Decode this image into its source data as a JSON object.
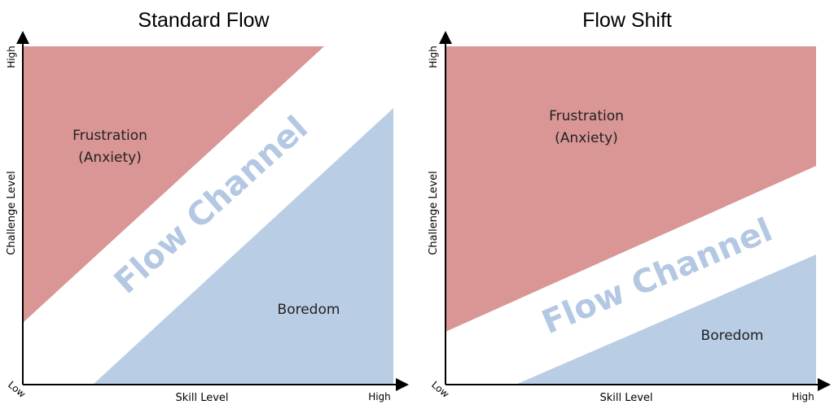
{
  "colors": {
    "frustration": "#d99694",
    "boredom": "#b9cde5",
    "flow_text": "#b4c8e3",
    "axis": "#000000"
  },
  "left_panel": {
    "title": "Standard Flow",
    "frustration_line1": "Frustration",
    "frustration_line2": "(Anxiety)",
    "channel_label": "Flow Channel",
    "boredom_label": "Boredom",
    "y_axis_label": "Challenge Level",
    "x_axis_label": "Skill Level",
    "y_high": "High",
    "x_high": "High",
    "origin_low": "Low"
  },
  "right_panel": {
    "title": "Flow Shift",
    "frustration_line1": "Frustration",
    "frustration_line2": "(Anxiety)",
    "channel_label": "Flow Channel",
    "boredom_label": "Boredom",
    "y_axis_label": "Challenge Level",
    "x_axis_label": "Skill Level",
    "y_high": "High",
    "x_high": "High",
    "origin_low": "Low"
  }
}
